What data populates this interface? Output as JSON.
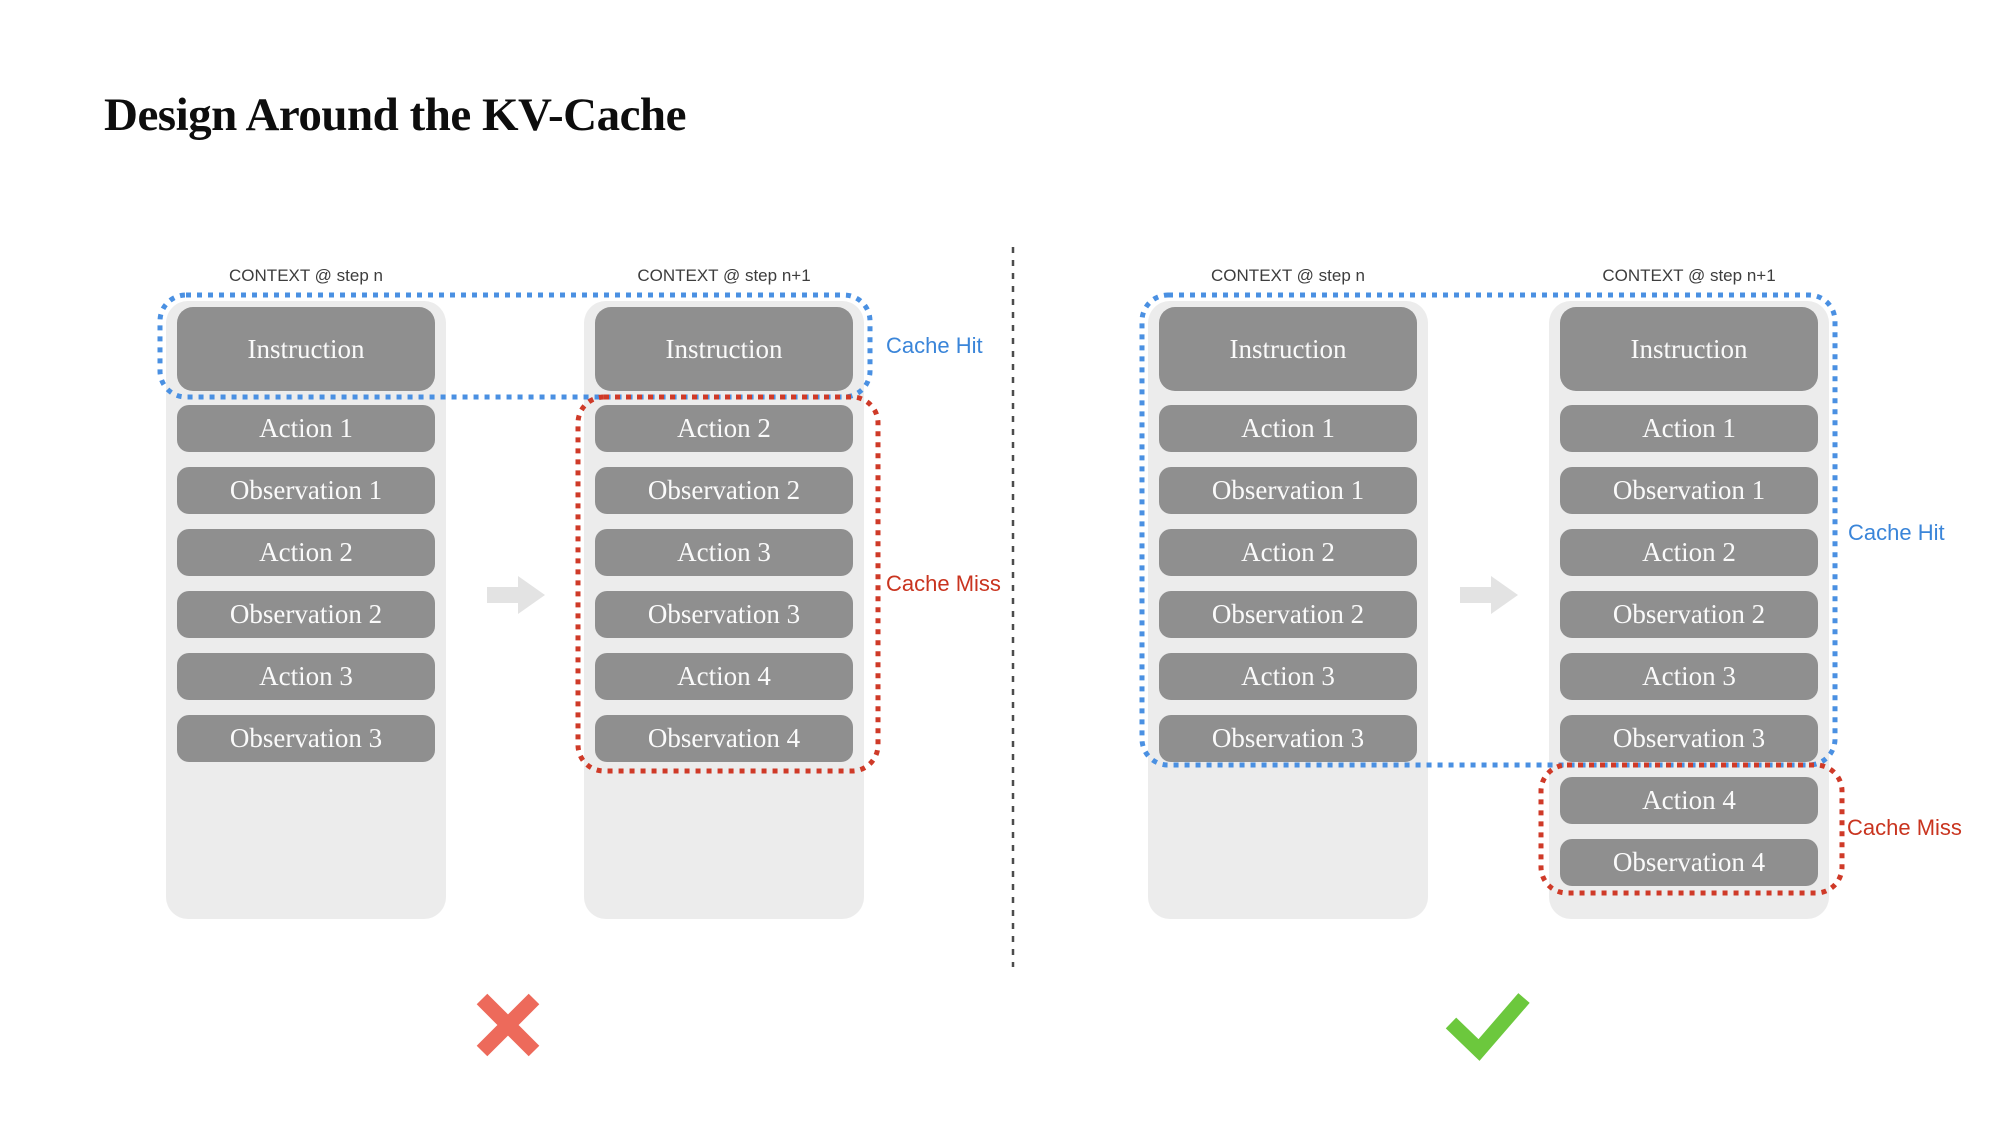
{
  "title": "Design Around the KV-Cache",
  "left_diagram": {
    "verdict_icon": "cross-icon",
    "columns": [
      {
        "header": "CONTEXT @ step n",
        "boxes": [
          "Instruction",
          "Action 1",
          "Observation 1",
          "Action 2",
          "Observation 2",
          "Action 3",
          "Observation 3"
        ]
      },
      {
        "header": "CONTEXT @ step n+1",
        "boxes": [
          "Instruction",
          "Action 2",
          "Observation 2",
          "Action 3",
          "Observation 3",
          "Action 4",
          "Observation 4"
        ]
      }
    ],
    "cache_hit_label": "Cache Hit",
    "cache_miss_label": "Cache Miss"
  },
  "right_diagram": {
    "verdict_icon": "check-icon",
    "columns": [
      {
        "header": "CONTEXT @ step n",
        "boxes": [
          "Instruction",
          "Action 1",
          "Observation 1",
          "Action 2",
          "Observation 2",
          "Action 3",
          "Observation 3"
        ]
      },
      {
        "header": "CONTEXT @ step n+1",
        "boxes": [
          "Instruction",
          "Action 1",
          "Observation 1",
          "Action 2",
          "Observation 2",
          "Action 3",
          "Observation 3",
          "Action 4",
          "Observation 4"
        ]
      }
    ],
    "cache_hit_label": "Cache Hit",
    "cache_miss_label": "Cache Miss"
  },
  "colors": {
    "outline_blue": "#4a90e2",
    "outline_red": "#cf3a28",
    "cache_hit_text": "#3a85d9",
    "cache_miss_text": "#c9341f",
    "box_gray": "#8f8f8f",
    "panel_gray": "#ececec",
    "divider_gray": "#4c4c4c",
    "arrow_gray": "#e3e3e3",
    "cross_red": "#ed6a5b",
    "check_green": "#6cc83d"
  }
}
